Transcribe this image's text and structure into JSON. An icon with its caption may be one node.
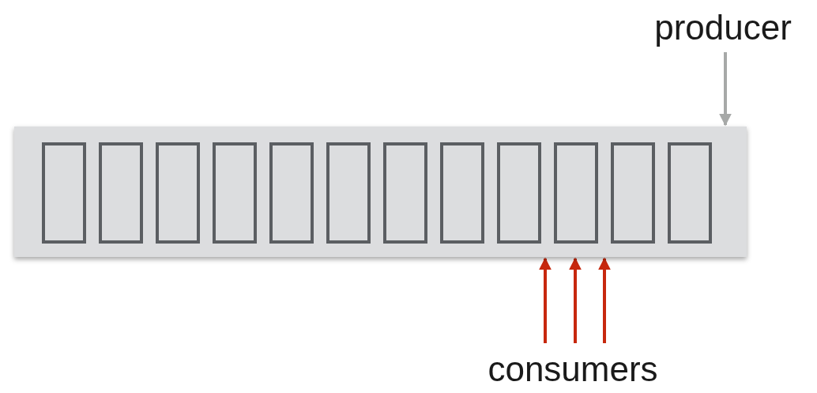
{
  "diagram": {
    "nodes": [
      {
        "text": [],
        "shape": "bar"
      },
      {
        "text": [],
        "shape": "box",
        "in": 0
      },
      {
        "text": [],
        "shape": "box",
        "in": 0
      },
      {
        "text": [],
        "shape": "box",
        "in": 0
      },
      {
        "text": [],
        "shape": "box",
        "in": 0
      },
      {
        "text": [],
        "shape": "box",
        "in": 0
      },
      {
        "text": [],
        "shape": "box",
        "in": 0
      },
      {
        "text": [],
        "shape": "box",
        "in": 0
      },
      {
        "text": [],
        "shape": "box",
        "in": 0
      },
      {
        "text": [],
        "shape": "box",
        "in": 0
      },
      {
        "text": [],
        "shape": "box",
        "in": 0
      },
      {
        "text": [],
        "shape": "box",
        "in": 0
      },
      {
        "text": [],
        "shape": "box",
        "in": 0
      },
      {
        "text": [
          "producer"
        ]
      },
      {
        "text": [
          "consumers"
        ]
      }
    ],
    "edges": [
      {
        "from": 13,
        "to": 0,
        "arrow": "to",
        "color": "#a7a9a8"
      },
      {
        "from": 14,
        "to": 0,
        "arrow": "to",
        "color": "#c7280e"
      },
      {
        "from": 14,
        "to": 0,
        "arrow": "to",
        "color": "#c7280e"
      },
      {
        "from": 14,
        "to": 0,
        "arrow": "to",
        "color": "#c7280e"
      }
    ]
  }
}
